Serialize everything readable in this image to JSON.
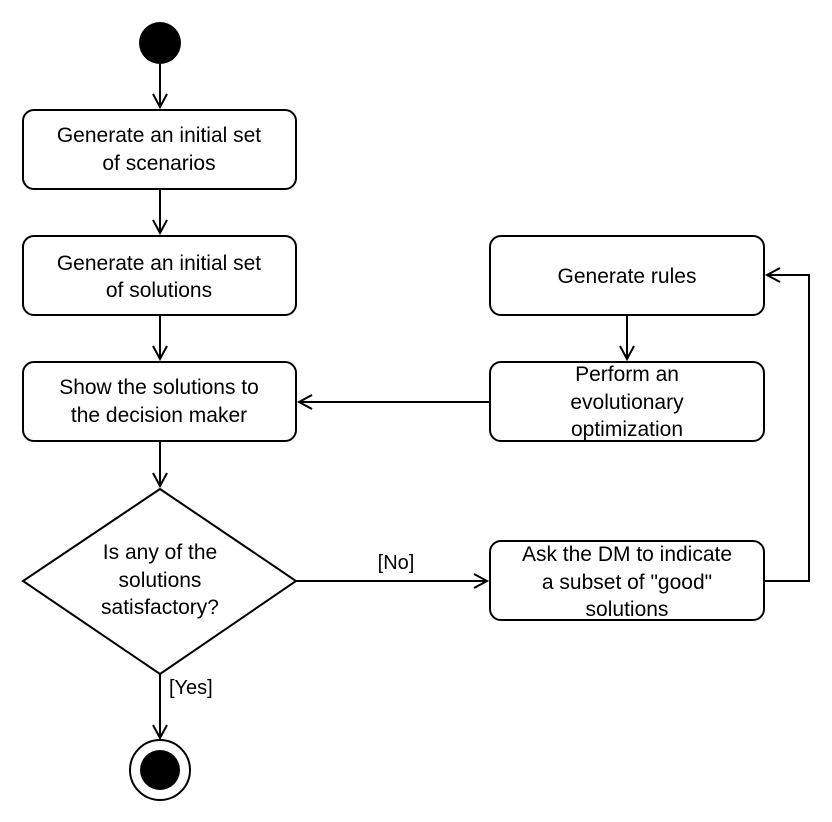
{
  "diagram": {
    "nodes": {
      "gen_scenarios": {
        "line1": "Generate an initial set",
        "line2": "of scenarios"
      },
      "gen_solutions": {
        "line1": "Generate an initial set",
        "line2": "of solutions"
      },
      "show_solutions": {
        "line1": "Show the solutions to",
        "line2": "the decision maker"
      },
      "decision": {
        "line1": "Is any of the",
        "line2": "solutions",
        "line3": "satisfactory?"
      },
      "gen_rules": {
        "line1": "Generate rules"
      },
      "evolutionary": {
        "line1": "Perform an",
        "line2": "evolutionary",
        "line3": "optimization"
      },
      "ask_dm": {
        "line1": "Ask the DM to indicate",
        "line2": "a subset of \"good\"",
        "line3": "solutions"
      }
    },
    "guards": {
      "no": "[No]",
      "yes": "[Yes]"
    }
  }
}
